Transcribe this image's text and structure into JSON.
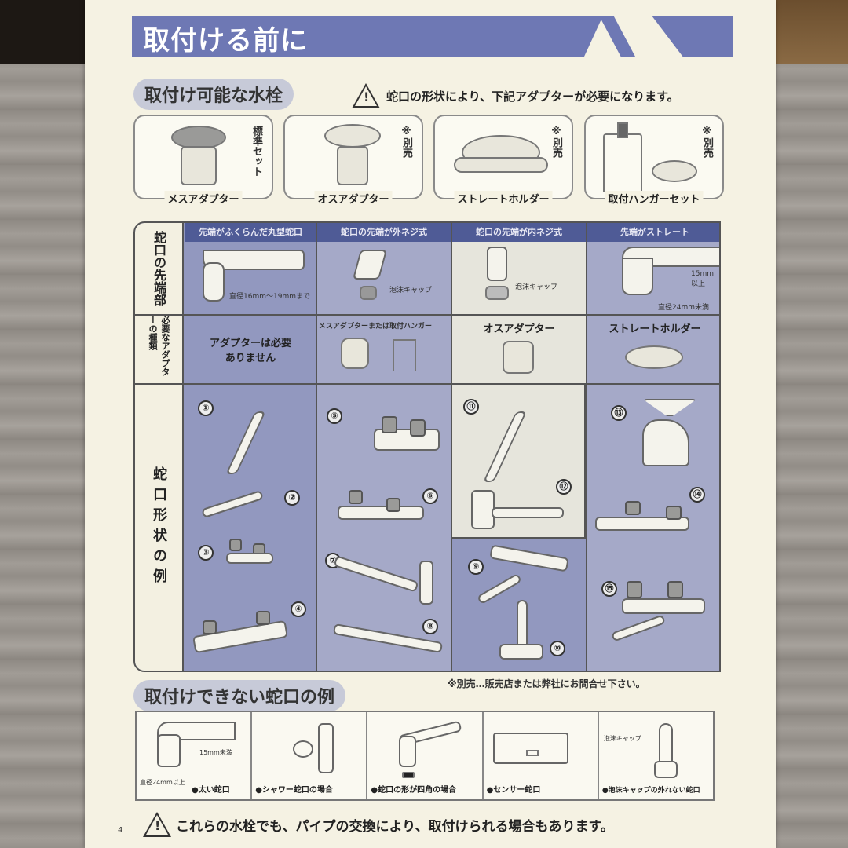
{
  "page": {
    "title": "取付ける前に",
    "page_number": "4"
  },
  "section_installable": {
    "heading": "取付け可能な水栓",
    "warning": "蛇口の形状により、下記アダプターが必要になります。",
    "adapters": [
      {
        "label": "メスアダプター",
        "note": "標準セット",
        "icon": "female-adapter-icon"
      },
      {
        "label": "オスアダプター",
        "note": "※別売",
        "icon": "male-adapter-icon"
      },
      {
        "label": "ストレートホルダー",
        "note": "※別売",
        "icon": "straight-holder-icon"
      },
      {
        "label": "取付ハンガーセット",
        "note": "※別売",
        "icon": "hanger-set-icon"
      }
    ]
  },
  "table": {
    "row_labels": {
      "tip": "蛇口の先端部",
      "adapter_type": "必要なアダプターの種類",
      "examples": "蛇口形状の例"
    },
    "columns": [
      {
        "header": "先端がふくらんだ丸型蛇口",
        "tip_note": "直径16mm～19mmまで",
        "adapter": "アダプターは必要ありません",
        "examples": [
          "①",
          "②",
          "③",
          "④"
        ]
      },
      {
        "header": "蛇口の先端が外ネジ式",
        "tip_note": "泡沫キャップ",
        "adapter": "メスアダプターまたは取付ハンガー",
        "examples": [
          "⑤",
          "⑥",
          "⑦",
          "⑧"
        ]
      },
      {
        "header": "蛇口の先端が内ネジ式",
        "tip_note": "泡沫キャップ",
        "adapter": "オスアダプター",
        "examples": [
          "⑪",
          "⑫",
          "⑨",
          "⑩"
        ]
      },
      {
        "header": "先端がストレート",
        "tip_note": "直径24mm未満",
        "tip_note2": "15mm以上",
        "adapter": "ストレートホルダー",
        "examples": [
          "⑬",
          "⑭",
          "⑮"
        ]
      }
    ],
    "footnote": "※別売…販売店または弊社にお問合せ下さい。"
  },
  "section_not_installable": {
    "heading": "取付けできない蛇口の例",
    "items": [
      {
        "caption": "●太い蛇口",
        "sub1": "直径24mm以上",
        "sub2": "15mm未満"
      },
      {
        "caption": "●シャワー蛇口の場合"
      },
      {
        "caption": "●蛇口の形が四角の場合"
      },
      {
        "caption": "●センサー蛇口"
      },
      {
        "caption": "●泡沫キャップの外れない蛇口",
        "sub1": "泡沫キャップ"
      }
    ],
    "footer_warning": "これらの水栓でも、パイプの交換により、取付けられる場合もあります。"
  },
  "colors": {
    "banner": "#6e78b4",
    "table_header": "#4f5b96",
    "table_fill": "#9298bf",
    "paper": "#f5f2e3"
  }
}
